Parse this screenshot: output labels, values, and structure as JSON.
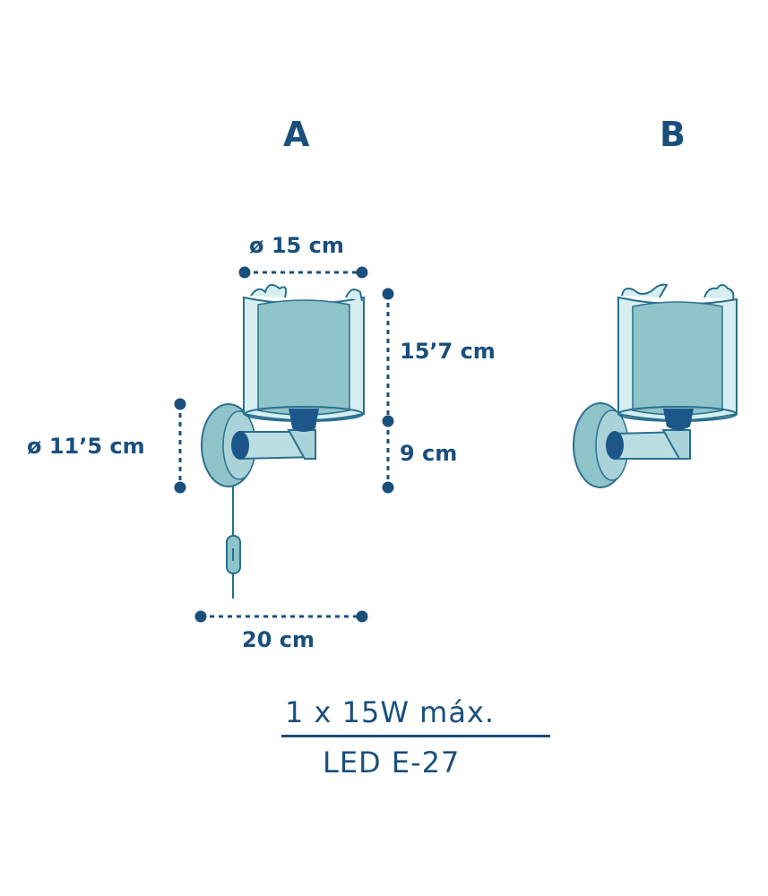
{
  "variants": {
    "a": "A",
    "b": "B"
  },
  "dimensions": {
    "shade_diameter": "ø 15 cm",
    "shade_height": "15’7 cm",
    "base_diameter": "ø 11’5 cm",
    "arm_height": "9 cm",
    "depth": "20 cm"
  },
  "spec": {
    "power": "1 x 15W máx.",
    "bulb": "LED  E-27"
  },
  "colors": {
    "ink": "#1a4f7c",
    "shade": "#8ec3c9",
    "shade_light": "#d6eef0",
    "outline": "#2a6f8e",
    "dark_blue": "#1d5789"
  }
}
